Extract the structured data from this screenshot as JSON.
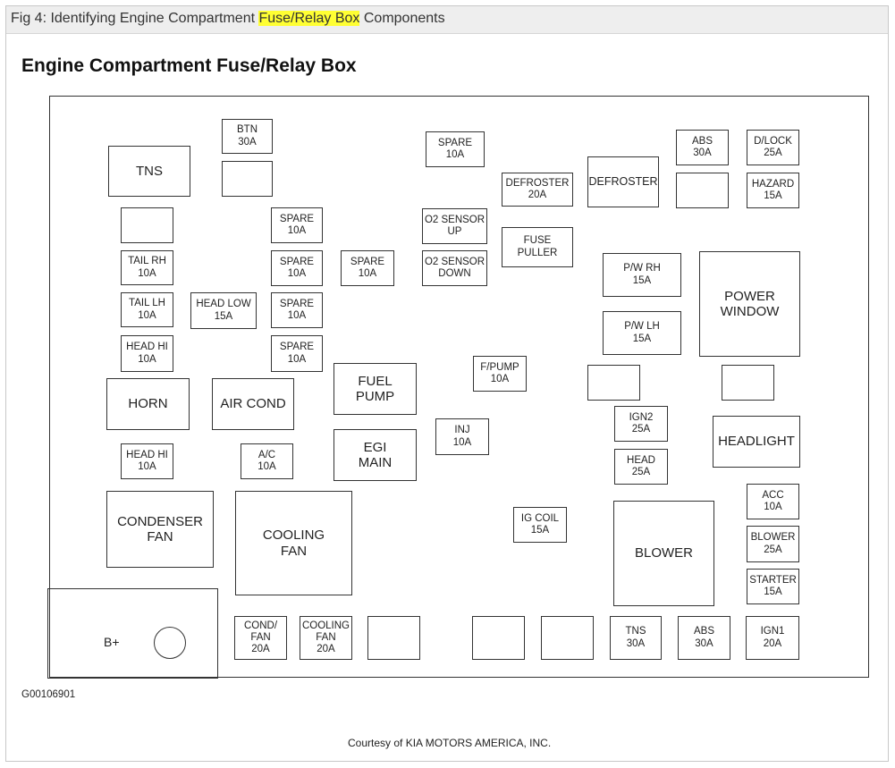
{
  "caption": {
    "pre": "Fig 4: Identifying Engine Compartment ",
    "highlight": "Fuse/Relay Box",
    "post": " Components"
  },
  "title": "Engine Compartment Fuse/Relay Box",
  "battery_label": "B+",
  "fuses": {
    "btn": "BTN\n30A",
    "tail_rh": "TAIL RH\n10A",
    "tail_lh": "TAIL LH\n10A",
    "head_hi_1": "HEAD HI\n10A",
    "head_hi_2": "HEAD HI\n10A",
    "head_low": "HEAD LOW\n15A",
    "spare_1": "SPARE\n10A",
    "spare_2": "SPARE\n10A",
    "spare_3": "SPARE\n10A",
    "spare_4": "SPARE\n10A",
    "spare_5": "SPARE\n10A",
    "spare_6": "SPARE\n10A",
    "ac": "A/C\n10A",
    "o2_up": "O2 SENSOR\nUP",
    "o2_down": "O2 SENSOR\nDOWN",
    "defroster_fuse": "DEFROSTER\n20A",
    "fuse_puller": "FUSE\nPULLER",
    "fpump": "F/PUMP\n10A",
    "inj": "INJ\n10A",
    "ig_coil": "IG COIL\n15A",
    "abs_1": "ABS\n30A",
    "dlock": "D/LOCK\n25A",
    "hazard": "HAZARD\n15A",
    "pw_rh": "P/W RH\n15A",
    "pw_lh": "P/W LH\n15A",
    "ign2": "IGN2\n25A",
    "head": "HEAD\n25A",
    "acc": "ACC\n10A",
    "blower_fuse": "BLOWER\n25A",
    "starter": "STARTER\n15A",
    "cond_fan": "COND/\nFAN\n20A",
    "cooling_fan_fuse": "COOLING\nFAN\n20A",
    "tns_fuse": "TNS\n30A",
    "abs_2": "ABS\n30A",
    "ign1": "IGN1\n20A"
  },
  "relays": {
    "tns": "TNS",
    "horn": "HORN",
    "air_cond": "AIR COND",
    "fuel_pump": "FUEL\nPUMP",
    "egi_main": "EGI\nMAIN",
    "condenser_fan": "CONDENSER\nFAN",
    "cooling_fan": "COOLING\nFAN",
    "defroster": "DEFROSTER",
    "power_window": "POWER\nWINDOW",
    "headlight": "HEADLIGHT",
    "blower": "BLOWER"
  },
  "figure_code": "G00106901",
  "courtesy": "Courtesy of KIA MOTORS AMERICA, INC."
}
